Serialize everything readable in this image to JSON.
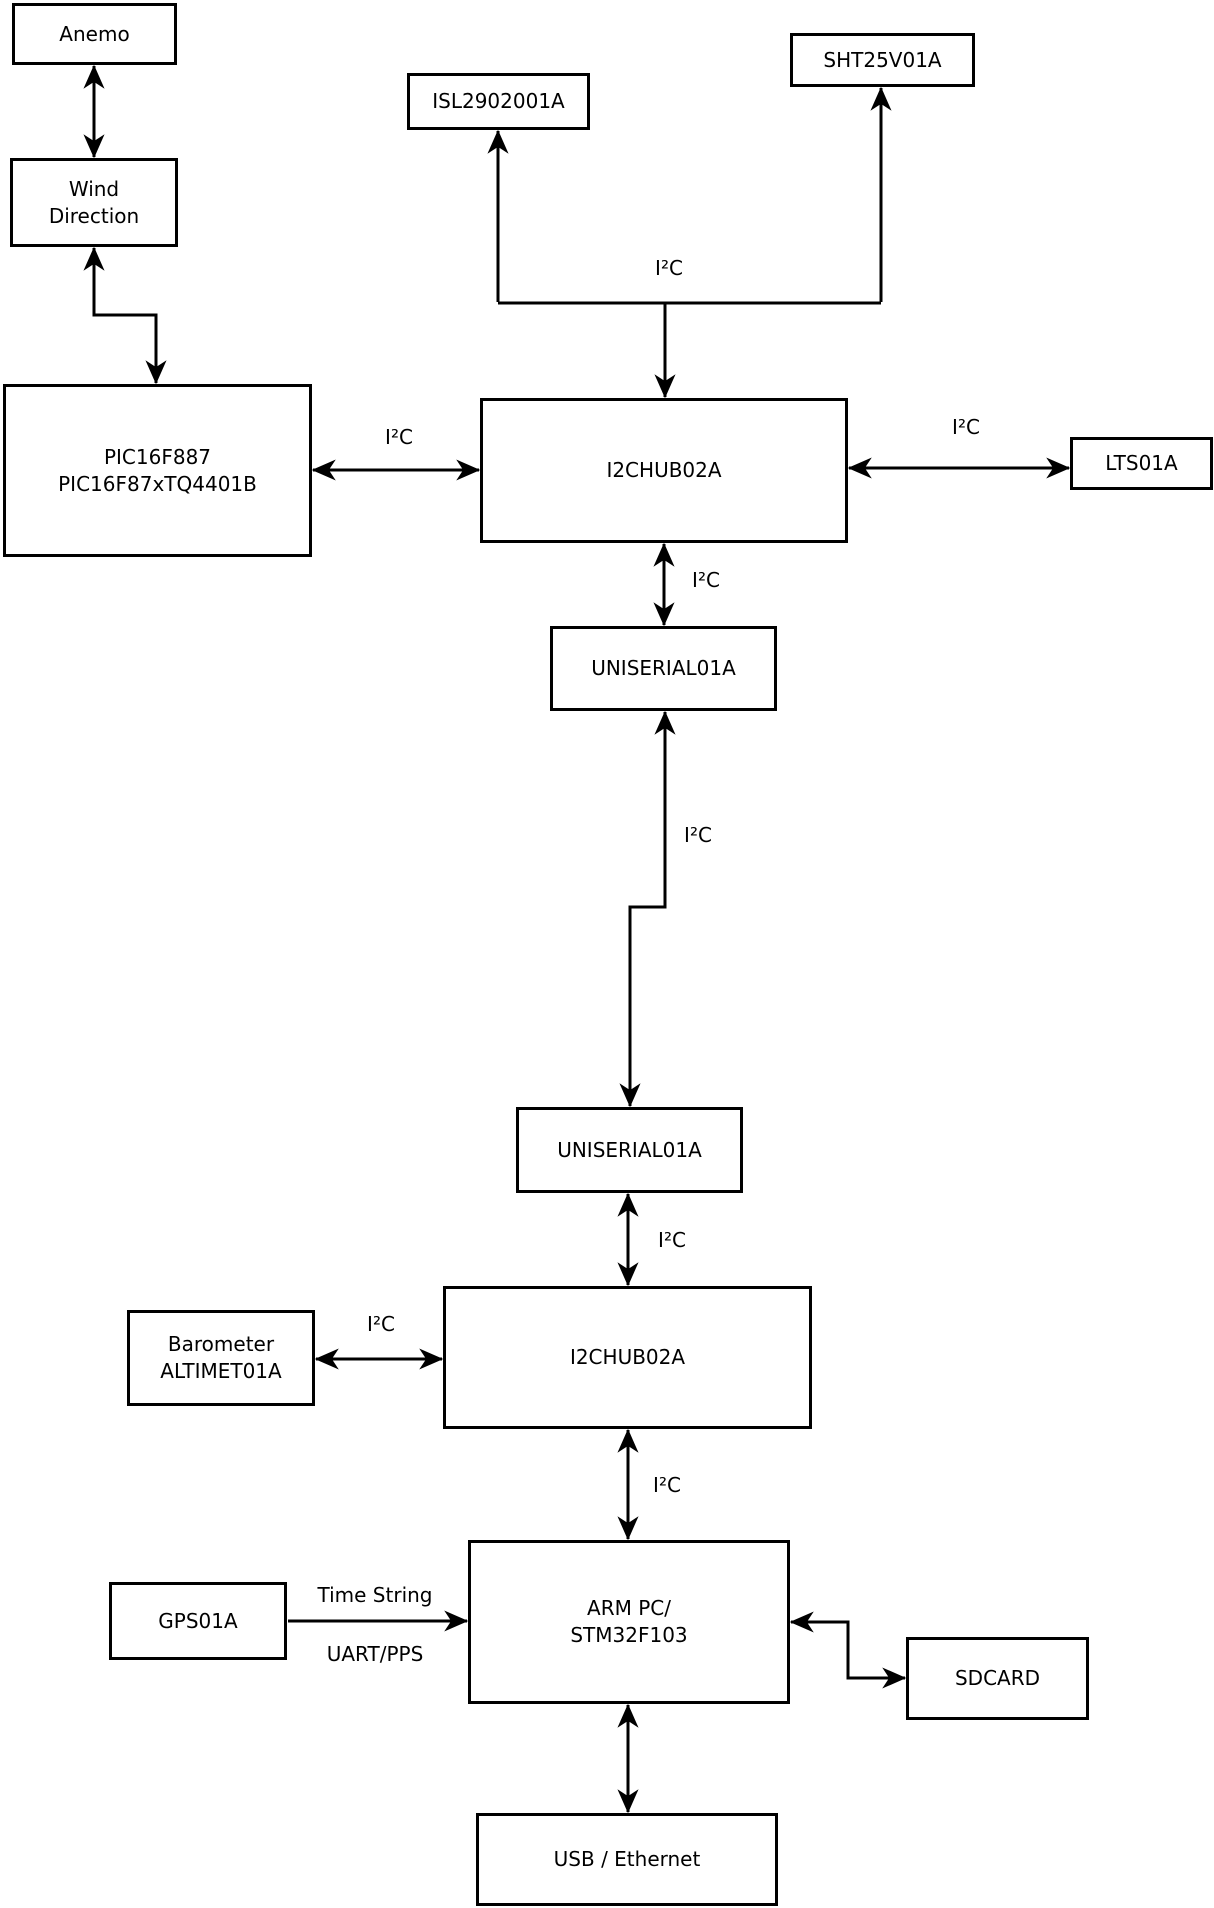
{
  "nodes": {
    "anemo": {
      "label": "Anemo"
    },
    "wind_direction": {
      "line1": "Wind",
      "line2": "Direction"
    },
    "pic": {
      "line1": "PIC16F887",
      "line2": "PIC16F87xTQ4401B"
    },
    "isl": {
      "label": "ISL2902001A"
    },
    "sht": {
      "label": "SHT25V01A"
    },
    "i2chub_top": {
      "label": "I2CHUB02A"
    },
    "lts": {
      "label": "LTS01A"
    },
    "uniserial_top": {
      "label": "UNISERIAL01A"
    },
    "uniserial_bottom": {
      "label": "UNISERIAL01A"
    },
    "i2chub_bottom": {
      "label": "I2CHUB02A"
    },
    "barometer": {
      "line1": "Barometer",
      "line2": "ALTIMET01A"
    },
    "gps": {
      "label": "GPS01A"
    },
    "arm_pc": {
      "line1": "ARM PC/",
      "line2": "STM32F103"
    },
    "sdcard": {
      "label": "SDCARD"
    },
    "usb_ethernet": {
      "label": "USB / Ethernet"
    }
  },
  "edge_labels": {
    "i2c": "I²C",
    "time_string": "Time String",
    "uart_pps": "UART/PPS"
  },
  "colors": {
    "line": "#000000",
    "background": "#ffffff",
    "text": "#000000"
  }
}
